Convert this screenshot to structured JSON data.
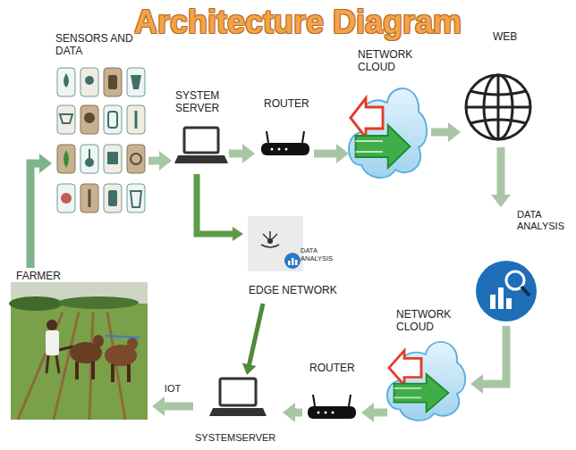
{
  "diagram": {
    "title": "Architecture Diagram",
    "nodes": [
      {
        "text": [
          "SENSORS AND DATA"
        ]
      },
      {
        "text": [
          "SYSTEM SERVER"
        ]
      },
      {
        "text": [
          "ROUTER"
        ]
      },
      {
        "text": [
          "NETWORK CLOUD"
        ]
      },
      {
        "text": [
          "WEB"
        ]
      },
      {
        "text": [
          "DATA ANALYSIS",
          "EDGE NETWORK"
        ]
      },
      {
        "text": [
          "DATA ANALYSIS"
        ]
      },
      {
        "text": [
          "FARMER"
        ]
      },
      {
        "text": [
          "NETWORK CLOUD"
        ]
      },
      {
        "text": [
          "ROUTER"
        ]
      },
      {
        "text": [
          "SYSTEMSERVER"
        ]
      }
    ],
    "edges": [
      {
        "from": 0,
        "to": 1,
        "arrow": "to"
      },
      {
        "from": 1,
        "to": 2,
        "arrow": "to"
      },
      {
        "from": 2,
        "to": 3,
        "arrow": "to"
      },
      {
        "from": 3,
        "to": 4,
        "arrow": "to"
      },
      {
        "from": 4,
        "to": 6,
        "arrow": "to"
      },
      {
        "from": 1,
        "to": 5,
        "arrow": "to"
      },
      {
        "from": 6,
        "to": 8,
        "arrow": "to"
      },
      {
        "from": 8,
        "to": 9,
        "arrow": "to"
      },
      {
        "from": 9,
        "to": 10,
        "arrow": "to"
      },
      {
        "from": 5,
        "to": 10,
        "arrow": "to"
      },
      {
        "from": 10,
        "to": 7,
        "label": "IOT",
        "arrow": "to"
      },
      {
        "from": 7,
        "to": 0,
        "arrow": "to"
      }
    ]
  }
}
